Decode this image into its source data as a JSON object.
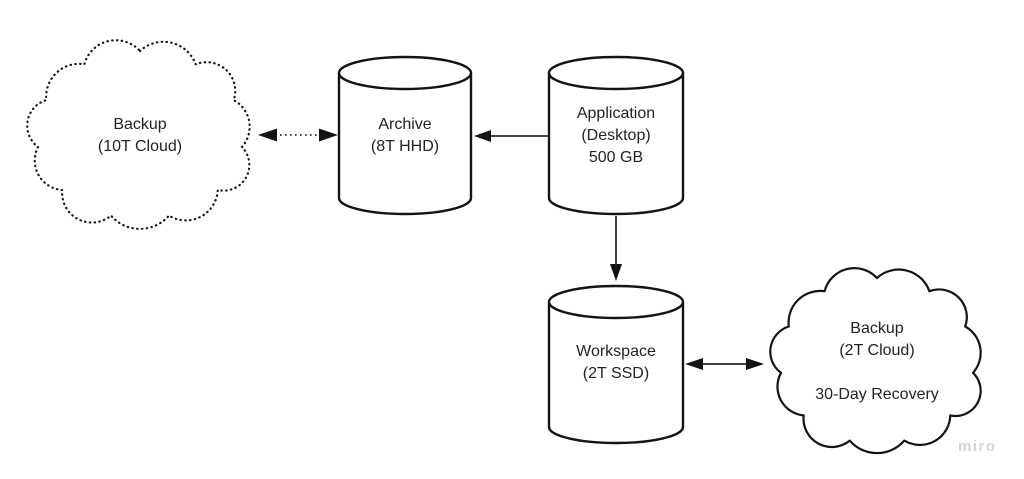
{
  "diagram": {
    "background": "#ffffff",
    "stroke_color": "#141414",
    "text_color": "#232323",
    "nodes": [
      {
        "id": "backup-10t-cloud",
        "type": "cloud",
        "border_style": "dotted",
        "label": "Backup\n(10T Cloud)"
      },
      {
        "id": "archive-db",
        "type": "cylinder",
        "border_style": "solid",
        "label": "Archive\n(8T HHD)"
      },
      {
        "id": "application-db",
        "type": "cylinder",
        "border_style": "solid",
        "label": "Application\n(Desktop)\n500 GB"
      },
      {
        "id": "workspace-db",
        "type": "cylinder",
        "border_style": "solid",
        "label": "Workspace\n(2T SSD)"
      },
      {
        "id": "backup-2t-cloud",
        "type": "cloud",
        "border_style": "solid",
        "label": "Backup\n(2T Cloud)\n\n30-Day Recovery"
      }
    ],
    "edges": [
      {
        "id": "edge-backup10t-archive",
        "from": "backup-10t-cloud",
        "to": "archive-db",
        "line_style": "dotted",
        "arrows": "both"
      },
      {
        "id": "edge-application-archive",
        "from": "application-db",
        "to": "archive-db",
        "line_style": "solid",
        "arrows": "end"
      },
      {
        "id": "edge-application-workspace",
        "from": "application-db",
        "to": "workspace-db",
        "line_style": "solid",
        "arrows": "end"
      },
      {
        "id": "edge-workspace-backup2t",
        "from": "workspace-db",
        "to": "backup-2t-cloud",
        "line_style": "solid",
        "arrows": "both"
      }
    ],
    "watermark": {
      "label": "miro",
      "color": "#d4d4d4"
    }
  }
}
